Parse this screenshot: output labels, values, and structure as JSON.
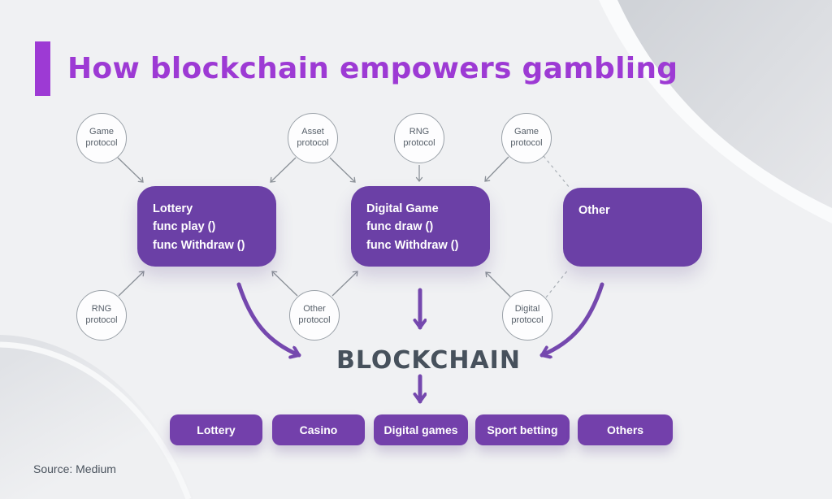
{
  "title": "How blockchain empowers gambling",
  "source_note": "Source: Medium",
  "colors": {
    "background": "#f0f1f3",
    "accent_purple": "#9d3ad4",
    "box_purple": "#6b40a6",
    "button_purple": "#7340ab",
    "arrow_purple": "#7548ae",
    "connector_gray": "#8b9198",
    "blockchain_text": "#47515c"
  },
  "circles": [
    {
      "line1": "Game",
      "line2": "protocol"
    },
    {
      "line1": "Asset",
      "line2": "protocol"
    },
    {
      "line1": "RNG",
      "line2": "protocol"
    },
    {
      "line1": "Game",
      "line2": "protocol"
    },
    {
      "line1": "RNG",
      "line2": "protocol"
    },
    {
      "line1": "Other",
      "line2": "protocol"
    },
    {
      "line1": "Digital",
      "line2": "protocol"
    }
  ],
  "boxes": [
    {
      "title": "Lottery",
      "line2": "func play ()",
      "line3": "func Withdraw ()"
    },
    {
      "title": "Digital Game",
      "line2": "func draw ()",
      "line3": "func Withdraw ()"
    },
    {
      "title": "Other"
    }
  ],
  "blockchain_label": "BLOCKCHAIN",
  "buttons": [
    {
      "label": "Lottery"
    },
    {
      "label": "Casino"
    },
    {
      "label": "Digital games"
    },
    {
      "label": "Sport betting"
    },
    {
      "label": "Others"
    }
  ]
}
